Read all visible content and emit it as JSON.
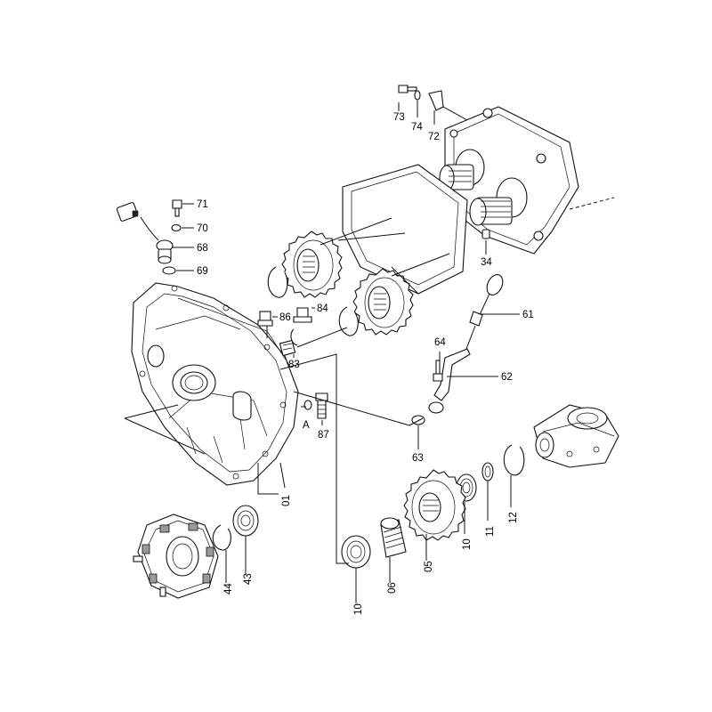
{
  "diagram": {
    "parts": [
      {
        "id": "p73",
        "label": "73"
      },
      {
        "id": "p74",
        "label": "74"
      },
      {
        "id": "p72",
        "label": "72"
      },
      {
        "id": "p71",
        "label": "71"
      },
      {
        "id": "p70",
        "label": "70"
      },
      {
        "id": "p68",
        "label": "68"
      },
      {
        "id": "p69",
        "label": "69"
      },
      {
        "id": "p86",
        "label": "86"
      },
      {
        "id": "p84",
        "label": "84"
      },
      {
        "id": "p83",
        "label": "83"
      },
      {
        "id": "p34",
        "label": "34"
      },
      {
        "id": "p61",
        "label": "61"
      },
      {
        "id": "p64",
        "label": "64"
      },
      {
        "id": "p62",
        "label": "62"
      },
      {
        "id": "pA",
        "label": "A"
      },
      {
        "id": "p87",
        "label": "87"
      },
      {
        "id": "p63",
        "label": "63"
      },
      {
        "id": "p01",
        "label": "01"
      },
      {
        "id": "p10a",
        "label": "10"
      },
      {
        "id": "p11",
        "label": "11"
      },
      {
        "id": "p12",
        "label": "12"
      },
      {
        "id": "p05",
        "label": "05"
      },
      {
        "id": "p06",
        "label": "06"
      },
      {
        "id": "p10b",
        "label": "10"
      },
      {
        "id": "p44",
        "label": "44"
      },
      {
        "id": "p43",
        "label": "43"
      }
    ]
  }
}
